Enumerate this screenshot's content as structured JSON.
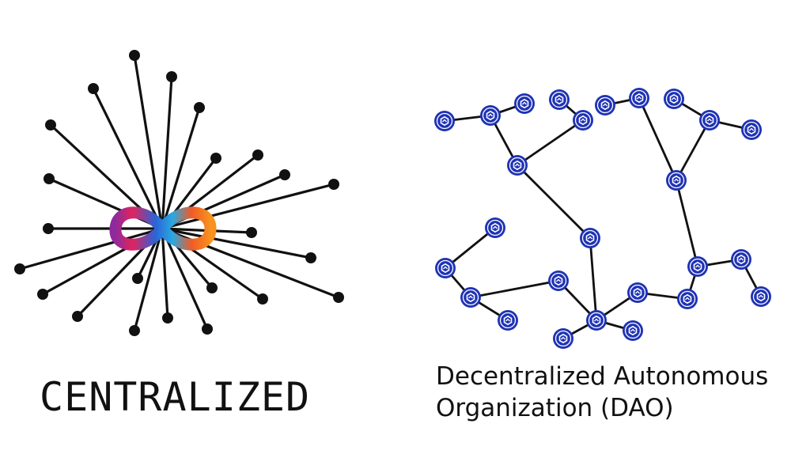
{
  "left": {
    "caption": "CENTRALIZED",
    "hub_icon": "infinity-logo-icon",
    "spoke_color": "#111111",
    "hub_gradient": [
      "#3b5fd6",
      "#29a8e0",
      "#8e2a9c",
      "#e0245e",
      "#f7931e"
    ]
  },
  "right": {
    "caption_line1": "Decentralized Autonomous",
    "caption_line2": "Organization (DAO)",
    "node_icon": "dao-node-icon",
    "node_color": "#1f33b5",
    "edge_color": "#111111"
  }
}
